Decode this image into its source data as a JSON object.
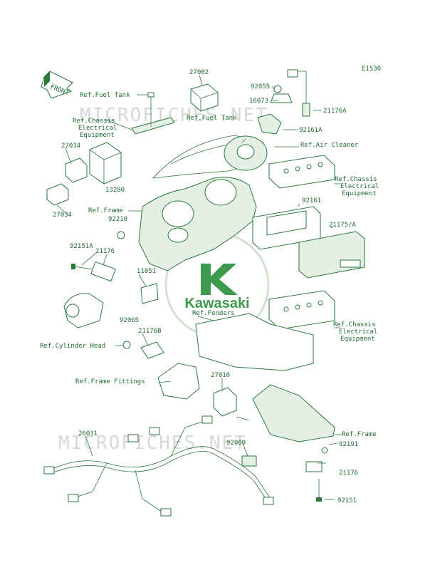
{
  "diagram_id": "E1530",
  "watermarks": [
    "MICROFICHES.NET",
    "MICROFICHES.NET"
  ],
  "logo": {
    "text": "Kawasaki",
    "mark": "K"
  },
  "front_tag": "FRONT",
  "labels": {
    "p27002": "27002",
    "p92055": "92055",
    "p16073": "16073",
    "p21176A": "21176A",
    "p92161A": "92161A",
    "p27034a": "27034",
    "p13280": "13280",
    "p27034b": "27034",
    "p92210": "92210",
    "p92161": "92161",
    "p21175A": "21175/A",
    "p92151A": "92151A",
    "p21176": "21176",
    "p11051": "11051",
    "p92065": "92065",
    "p21176B": "21176B",
    "p27010": "27010",
    "p26031": "26031",
    "p92009": "92009",
    "p92191": "92191",
    "p21176b": "21176",
    "p92151": "92151",
    "ref_fuel_tank_1": "Ref.Fuel Tank",
    "ref_fuel_tank_2": "Ref.Fuel Tank",
    "ref_chassis_1_a": "Ref.Chassis",
    "ref_chassis_1_b": "Electrical",
    "ref_chassis_1_c": "Equipment",
    "ref_air_cleaner": "Ref.Air Cleaner",
    "ref_chassis_2_a": "Ref.Chassis",
    "ref_chassis_2_b": "Electrical",
    "ref_chassis_2_c": "Equipment",
    "ref_frame_1": "Ref.Frame",
    "ref_fenders": "Ref.Fenders",
    "ref_chassis_3_a": "Ref.Chassis",
    "ref_chassis_3_b": "Electrical",
    "ref_chassis_3_c": "Equipment",
    "ref_cylinder_head": "Ref.Cylinder Head",
    "ref_frame_fittings": "Ref.Frame Fittings",
    "ref_frame_2": "Ref.Frame"
  },
  "colors": {
    "line": "#2a7a3a",
    "text": "#1e6b2e",
    "watermark": "#d8d8d8",
    "logo": "#2f8a3f"
  }
}
